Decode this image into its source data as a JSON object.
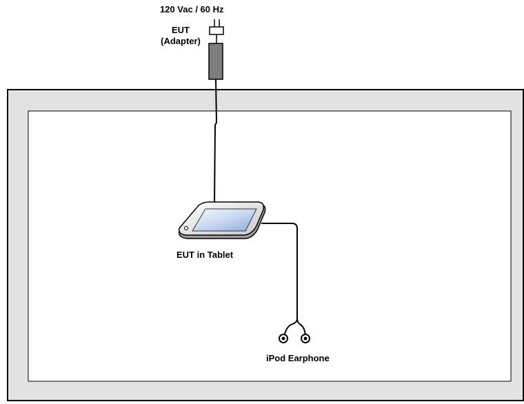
{
  "labels": {
    "power_source": "120 Vac / 60 Hz",
    "adapter_line1": "EUT",
    "adapter_line2": "(Adapter)",
    "tablet": "EUT in Tablet",
    "earphone": "iPod Earphone"
  },
  "icons": {
    "plug": "power-plug-icon",
    "adapter": "adapter-icon",
    "tablet": "tablet-icon",
    "earphone": "earphone-icon"
  },
  "colors": {
    "outer_frame": "#e2e2e2",
    "inner_area": "#ffffff",
    "adapter": "#7d7d7d",
    "line": "#000000"
  }
}
